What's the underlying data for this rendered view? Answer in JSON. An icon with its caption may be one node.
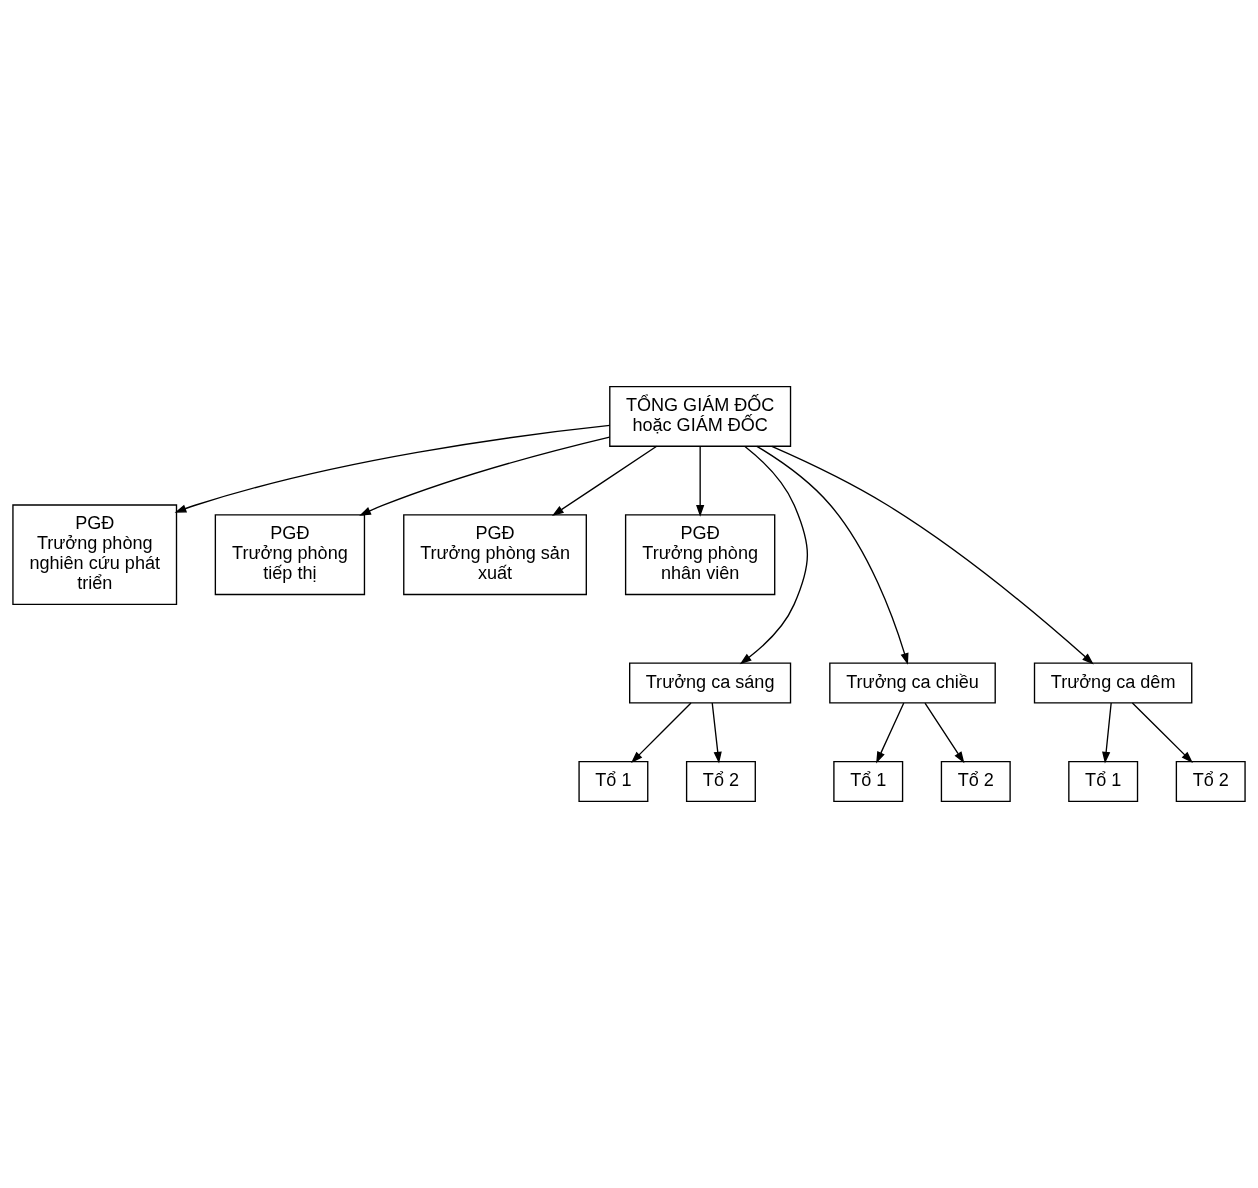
{
  "diagram": {
    "nodes": [
      {
        "text": [
          "TỔNG GIÁM ĐỐC hoặc GIÁM ĐỐC"
        ]
      },
      {
        "text": [
          "PGĐ",
          "Trưởng phòng nghiên cứu phát triển"
        ]
      },
      {
        "text": [
          "PGĐ",
          "Trưởng phòng tiếp thị"
        ]
      },
      {
        "text": [
          "PGĐ",
          "Trưởng phòng sản xuất"
        ]
      },
      {
        "text": [
          "PGĐ",
          "Trưởng phòng nhân viên"
        ]
      },
      {
        "text": [
          "Trưởng ca sáng"
        ]
      },
      {
        "text": [
          "Trưởng ca chiều"
        ]
      },
      {
        "text": [
          "Trưởng ca dêm"
        ]
      },
      {
        "text": [
          "Tổ 1"
        ]
      },
      {
        "text": [
          "Tổ 2"
        ]
      },
      {
        "text": [
          "Tổ 1"
        ]
      },
      {
        "text": [
          "Tổ 2"
        ]
      },
      {
        "text": [
          "Tổ 1"
        ]
      },
      {
        "text": [
          "Tổ 2"
        ]
      }
    ],
    "edges": [
      {
        "from": 0,
        "to": 1,
        "arrow": "to"
      },
      {
        "from": 0,
        "to": 2,
        "arrow": "to"
      },
      {
        "from": 0,
        "to": 3,
        "arrow": "to"
      },
      {
        "from": 0,
        "to": 4,
        "arrow": "to"
      },
      {
        "from": 0,
        "to": 5,
        "arrow": "to"
      },
      {
        "from": 0,
        "to": 6,
        "arrow": "to"
      },
      {
        "from": 0,
        "to": 7,
        "arrow": "to"
      },
      {
        "from": 5,
        "to": 8,
        "arrow": "to"
      },
      {
        "from": 5,
        "to": 9,
        "arrow": "to"
      },
      {
        "from": 6,
        "to": 10,
        "arrow": "to"
      },
      {
        "from": 6,
        "to": 11,
        "arrow": "to"
      },
      {
        "from": 7,
        "to": 12,
        "arrow": "to"
      },
      {
        "from": 7,
        "to": 13,
        "arrow": "to"
      }
    ]
  }
}
